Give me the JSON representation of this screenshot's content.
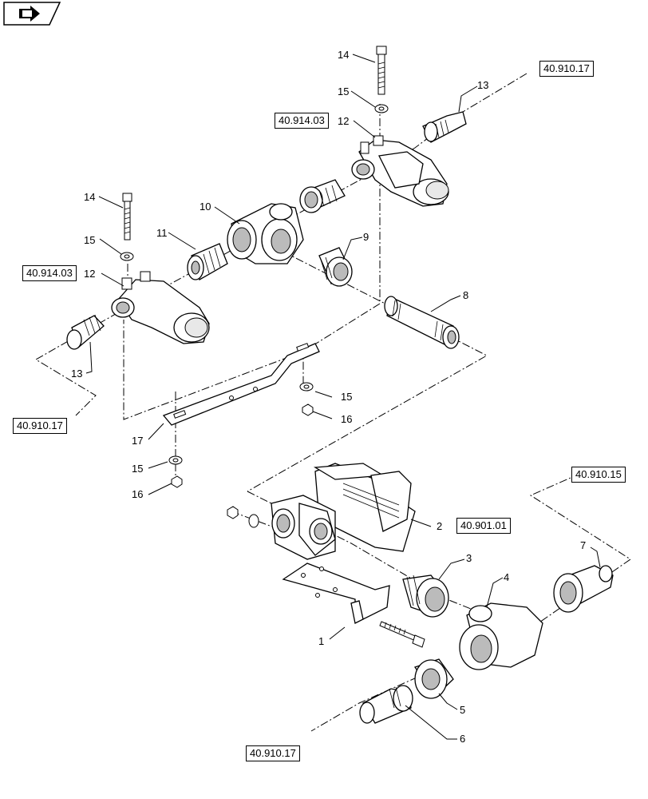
{
  "toolbar": {
    "icon": "navigation-arrow-icon"
  },
  "callouts": {
    "c1": "1",
    "c2": "2",
    "c3": "3",
    "c4": "4",
    "c5": "5",
    "c6": "6",
    "c7": "7",
    "c8": "8",
    "c9": "9",
    "c10": "10",
    "c11": "11",
    "c12a": "12",
    "c12b": "12",
    "c13a": "13",
    "c13b": "13",
    "c14a": "14",
    "c14b": "14",
    "c15a": "15",
    "c15b": "15",
    "c15c": "15",
    "c15d": "15",
    "c16a": "16",
    "c16b": "16",
    "c17": "17"
  },
  "references": {
    "r_910_17_top": "40.910.17",
    "r_914_03_top": "40.914.03",
    "r_914_03_left": "40.914.03",
    "r_910_17_left": "40.910.17",
    "r_910_15": "40.910.15",
    "r_901_01": "40.901.01",
    "r_910_17_bottom": "40.910.17"
  }
}
